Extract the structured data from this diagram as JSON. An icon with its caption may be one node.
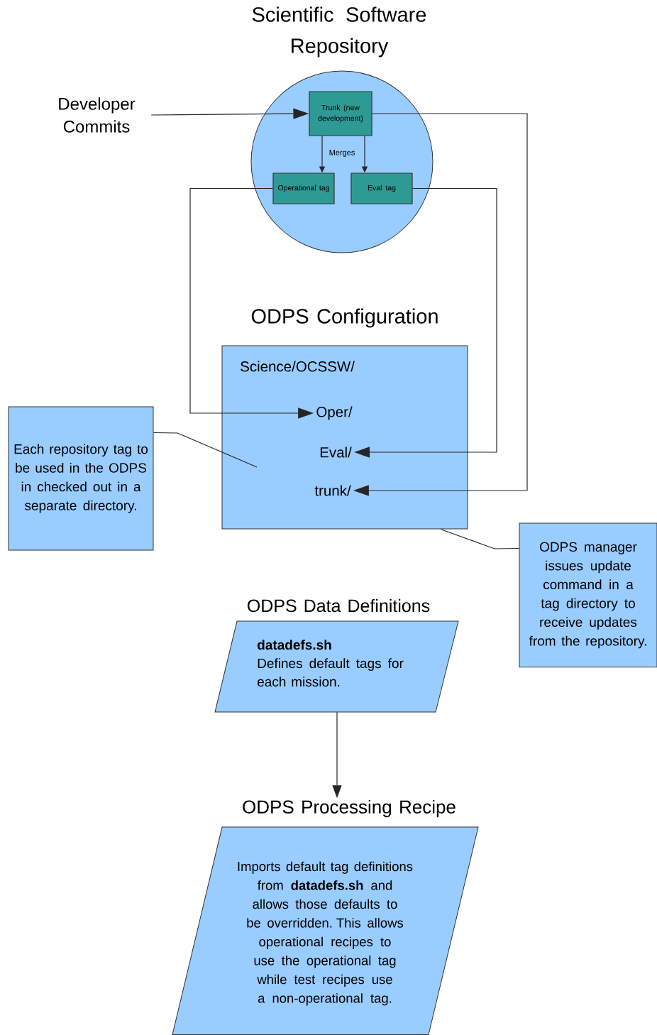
{
  "diagram": {
    "nodes": [
      {
        "text": [
          "Scientific Software Repository"
        ]
      },
      {
        "text": [
          "Trunk (new development)"
        ],
        "in": 0
      },
      {
        "text": [
          "Operational tag"
        ],
        "in": 0
      },
      {
        "text": [
          "Eval tag"
        ],
        "in": 0
      },
      {
        "text": [
          "Developer Commits"
        ]
      },
      {
        "text": [
          "ODPS Configuration",
          "Science/OCSSW/"
        ]
      },
      {
        "text": [
          "Oper/"
        ],
        "in": 5
      },
      {
        "text": [
          "Eval/"
        ],
        "in": 5
      },
      {
        "text": [
          "trunk/"
        ],
        "in": 5
      },
      {
        "text": [
          "Each repository tag to be used in the ODPS in checked out in a separate directory."
        ]
      },
      {
        "text": [
          "ODPS manager issues update command in a tag directory to receive updates from the repository."
        ]
      },
      {
        "text": [
          "ODPS Data Definitions",
          "datadefs.sh",
          "Defines default tags for each mission."
        ]
      },
      {
        "text": [
          "ODPS Processing Recipe",
          "Imports default tag definitions from **datadefs.sh** and allows those defaults to be overridden.  This allows operational recipes to use the operational tag while test recipes use a non-operational tag."
        ]
      }
    ],
    "edges": [
      {
        "from": 4,
        "to": 1,
        "arrow": "to"
      },
      {
        "from": 1,
        "to": 2,
        "arrow": "to",
        "label": "Merges"
      },
      {
        "from": 1,
        "to": 3,
        "arrow": "to"
      },
      {
        "from": 2,
        "to": 6,
        "arrow": "to"
      },
      {
        "from": 3,
        "to": 7,
        "arrow": "to"
      },
      {
        "from": 1,
        "to": 8,
        "arrow": "to"
      },
      {
        "from": 9,
        "to": 5,
        "arrow": "none"
      },
      {
        "from": 10,
        "to": 5,
        "arrow": "none"
      },
      {
        "from": 11,
        "to": 12,
        "arrow": "to"
      }
    ]
  }
}
